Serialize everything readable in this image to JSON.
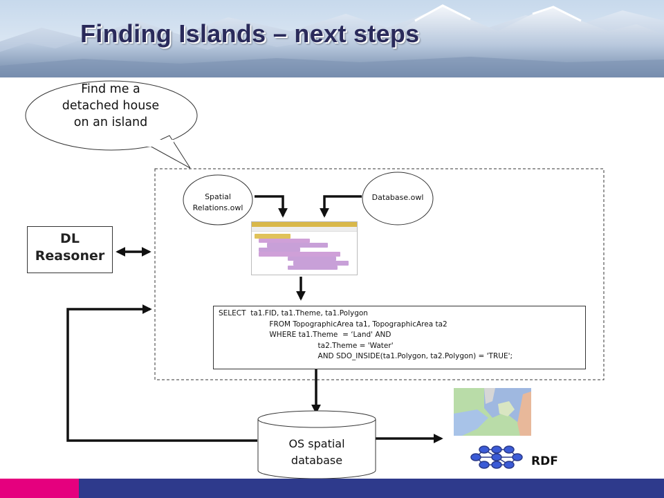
{
  "title": "Finding Islands – next steps",
  "colors": {
    "footer_accent": "#e5007e",
    "footer_bar": "#2e3a8c",
    "title_text": "#2a2a5a"
  },
  "speech_bubble": {
    "text": "Find me a detached house on an island"
  },
  "nodes": {
    "spatial_relations": "Spatial Relations.owl",
    "database_owl": "Database.owl",
    "dl_reasoner": "DL\nReasoner",
    "os_spatial_database": "OS spatial\ndatabase",
    "rdf": "RDF"
  },
  "sql_query": "SELECT  ta1.FID, ta1.Theme, ta1.Polygon\n                      FROM TopographicArea ta1, TopographicArea ta2\n                      WHERE ta1.Theme  = ‘Land' AND\n                                           ta2.Theme = 'Water'\n                                           AND SDO_INSIDE(ta1.Polygon, ta2.Polygon) = 'TRUE';",
  "icons": {
    "ontology_editor": "owl-class-description-screenshot",
    "map": "island-map-thumbnail",
    "rdf": "rdf-network-graph-icon"
  }
}
